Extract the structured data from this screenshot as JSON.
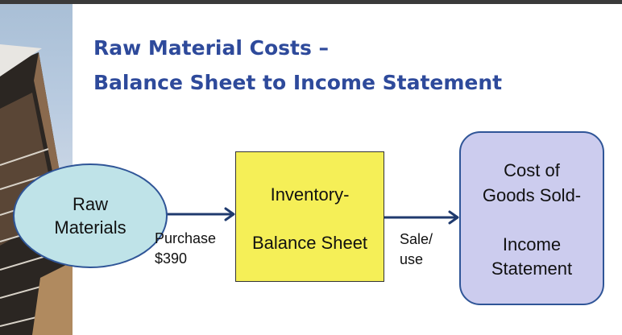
{
  "title": {
    "line1": "Raw Material Costs –",
    "line2": "Balance Sheet to Income Statement"
  },
  "nodes": {
    "raw_materials": {
      "line1": "Raw",
      "line2": "Materials"
    },
    "inventory": {
      "line1": "Inventory-",
      "line2": "Balance Sheet"
    },
    "cogs": {
      "line1": "Cost of",
      "line2": "Goods Sold-",
      "line3": "Income",
      "line4": "Statement"
    }
  },
  "edges": {
    "purchase": {
      "line1": "Purchase",
      "line2": "$390"
    },
    "sale": {
      "line1": "Sale/",
      "line2": "use"
    }
  },
  "colors": {
    "title": "#2e4a9b",
    "arrow": "#1f3a6e",
    "raw_fill": "#bfe3e8",
    "inventory_fill": "#f5ef57",
    "cogs_fill": "#ccccee"
  }
}
